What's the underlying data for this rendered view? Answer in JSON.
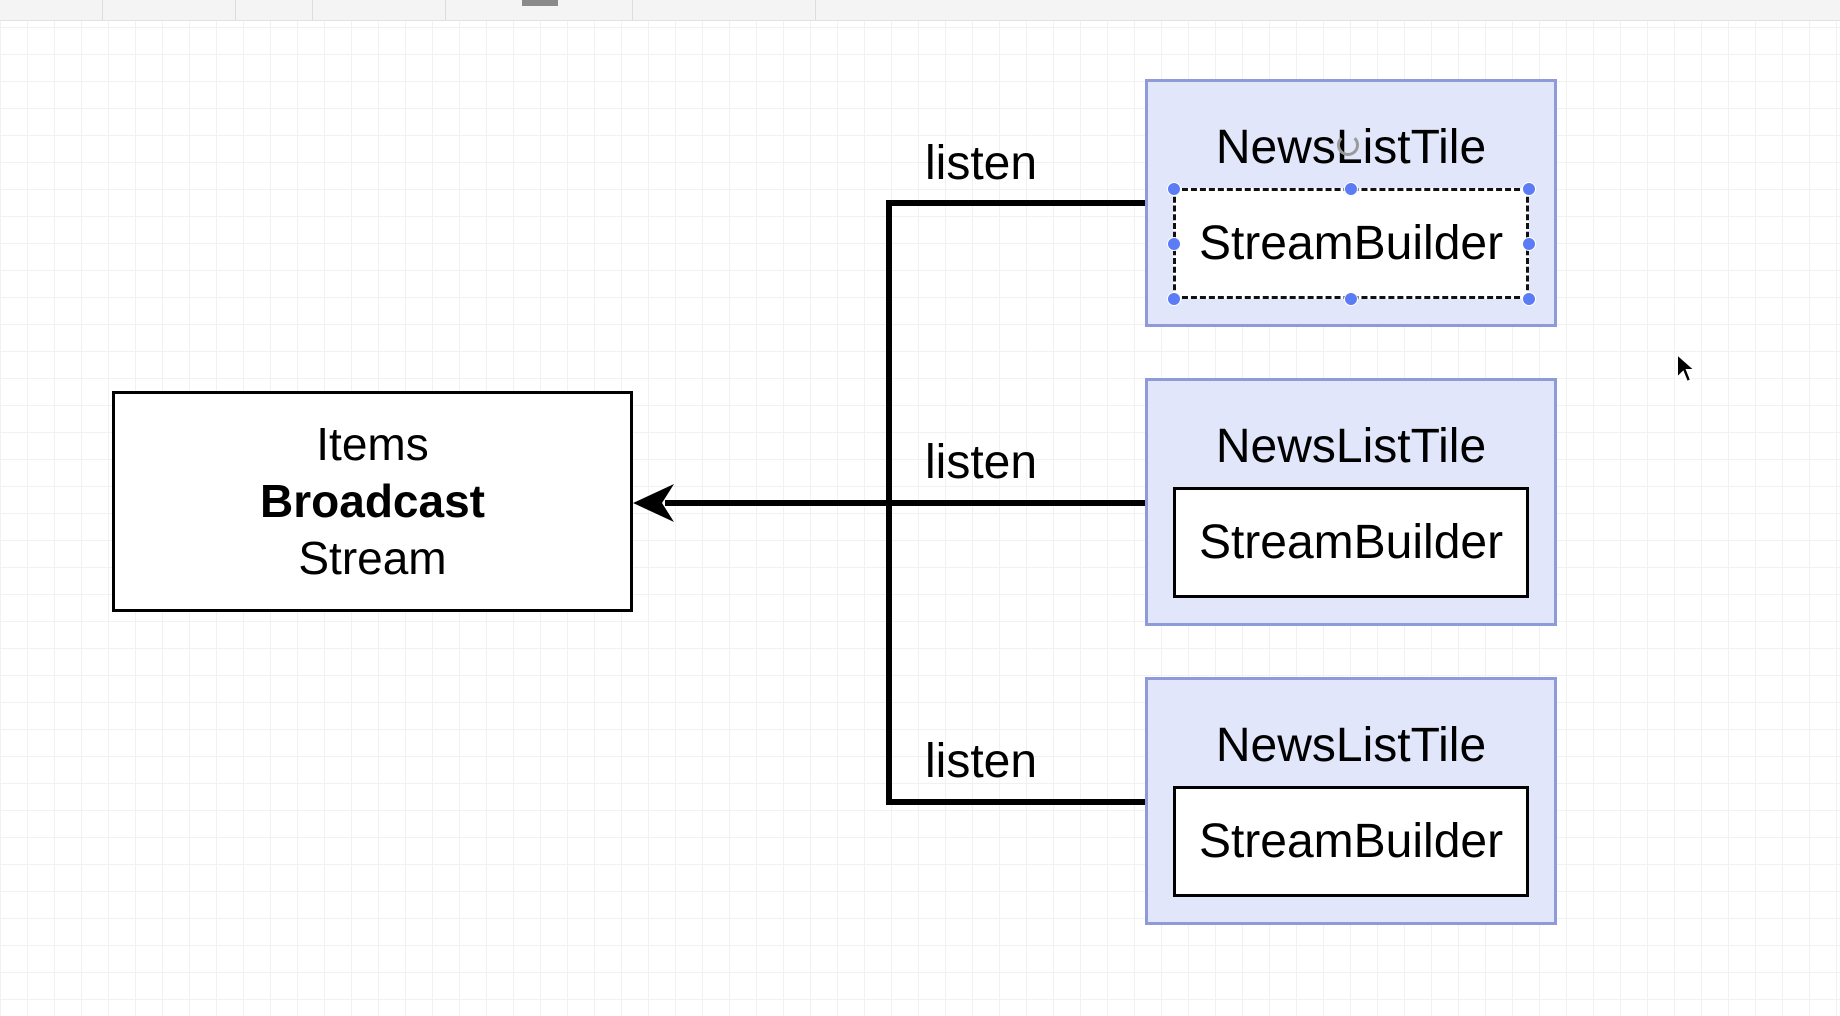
{
  "stream": {
    "line1": "Items",
    "line2": "Broadcast",
    "line3": "Stream"
  },
  "edges": [
    {
      "label": "listen"
    },
    {
      "label": "listen"
    },
    {
      "label": "listen"
    }
  ],
  "tiles": [
    {
      "title": "NewsListTile",
      "child": "StreamBuilder",
      "selected": true
    },
    {
      "title": "NewsListTile",
      "child": "StreamBuilder",
      "selected": false
    },
    {
      "title": "NewsListTile",
      "child": "StreamBuilder",
      "selected": false
    }
  ],
  "colors": {
    "tile_fill": "#e2e6fa",
    "tile_border": "#8e9bd8",
    "selection_handle": "#5b7cf5",
    "line": "#000000"
  }
}
